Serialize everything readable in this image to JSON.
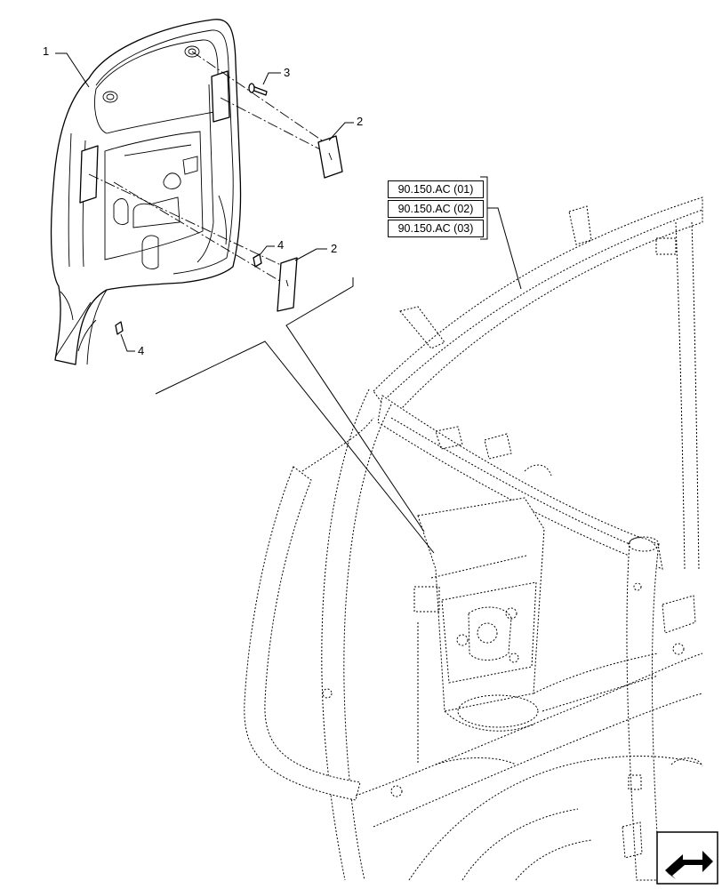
{
  "callouts": [
    {
      "id": "1",
      "label": "1"
    },
    {
      "id": "3",
      "label": "3"
    },
    {
      "id": "2a",
      "label": "2"
    },
    {
      "id": "2b",
      "label": "2"
    },
    {
      "id": "4a",
      "label": "4"
    },
    {
      "id": "4b",
      "label": "4"
    }
  ],
  "references": [
    {
      "label": "90.150.AC (01)"
    },
    {
      "label": "90.150.AC (02)"
    },
    {
      "label": "90.150.AC (03)"
    }
  ],
  "navigation": {
    "icon": "next-page-arrow-icon"
  }
}
